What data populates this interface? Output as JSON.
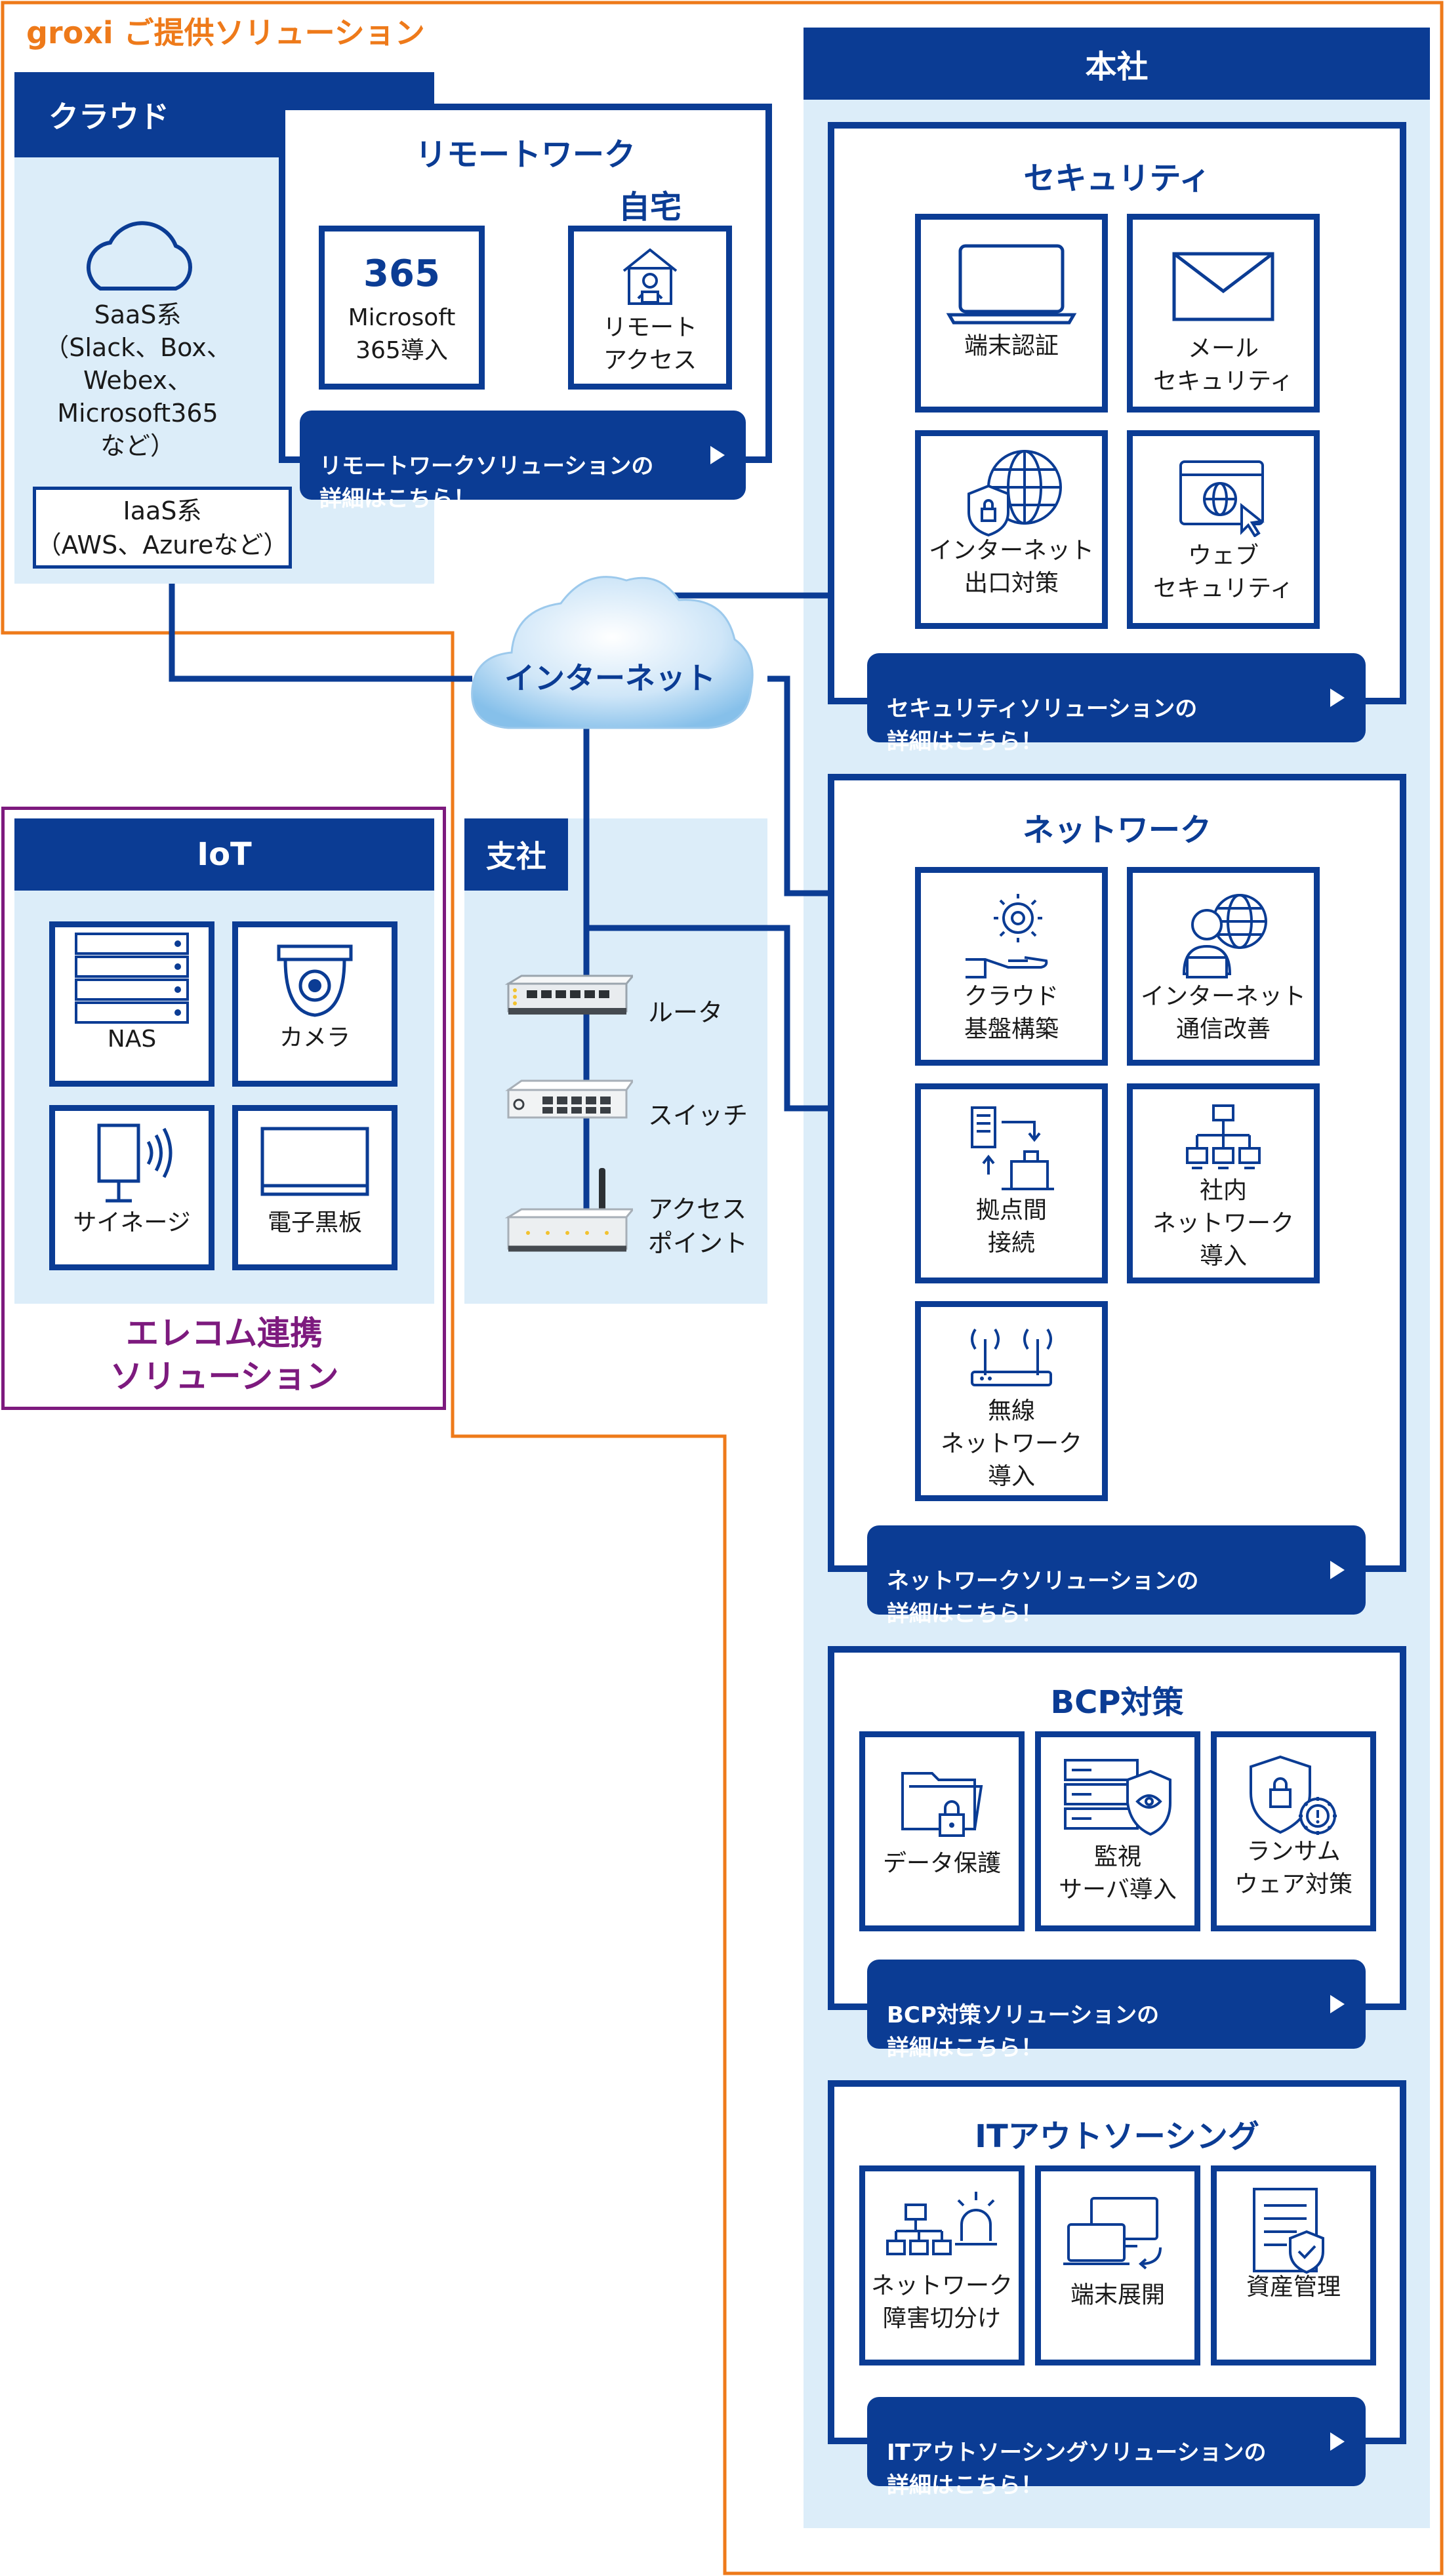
{
  "groxi_label": "groxi ご提供ソリューション",
  "cloud": {
    "header": "クラウド",
    "saas": "SaaS系\n（Slack、Box、\nWebex、\nMicrosoft365\nなど）",
    "iaas": "IaaS系\n（AWS、Azureなど）"
  },
  "remote": {
    "title": "リモートワーク",
    "home_label": "自宅",
    "m365_number": "365",
    "m365_label": "Microsoft\n365導入",
    "remote_access_label": "リモート\nアクセス",
    "link": "リモートワークソリューションの\n詳細はこちら！"
  },
  "internet_label": "インターネット",
  "iot": {
    "header": "IoT",
    "items": [
      "NAS",
      "カメラ",
      "サイネージ",
      "電子黒板"
    ],
    "elecom": "エレコム連携\nソリューション"
  },
  "branch": {
    "header": "支社",
    "devices": [
      "ルータ",
      "スイッチ",
      "アクセス\nポイント"
    ]
  },
  "hq": {
    "header": "本社",
    "security": {
      "title": "セキュリティ",
      "items": [
        "端末認証",
        "メール\nセキュリティ",
        "インターネット\n出口対策",
        "ウェブ\nセキュリティ"
      ],
      "link": "セキュリティソリューションの\n詳細はこちら！"
    },
    "network": {
      "title": "ネットワーク",
      "items": [
        "クラウド\n基盤構築",
        "インターネット\n通信改善",
        "拠点間\n接続",
        "社内\nネットワーク\n導入",
        "無線\nネットワーク\n導入"
      ],
      "link": "ネットワークソリューションの\n詳細はこちら！"
    },
    "bcp": {
      "title": "BCP対策",
      "items": [
        "データ保護",
        "監視\nサーバ導入",
        "ランサム\nウェア対策"
      ],
      "link": "BCP対策ソリューションの\n詳細はこちら！"
    },
    "itout": {
      "title": "ITアウトソーシング",
      "items": [
        "ネットワーク\n障害切分け",
        "端末展開",
        "資産管理"
      ],
      "link": "ITアウトソーシングソリューションの\n詳細はこちら！"
    }
  },
  "colors": {
    "navy": "#0b3c94",
    "orange": "#ee7a1a",
    "purple": "#7d1a7e",
    "light_blue": "#dcedf9"
  }
}
